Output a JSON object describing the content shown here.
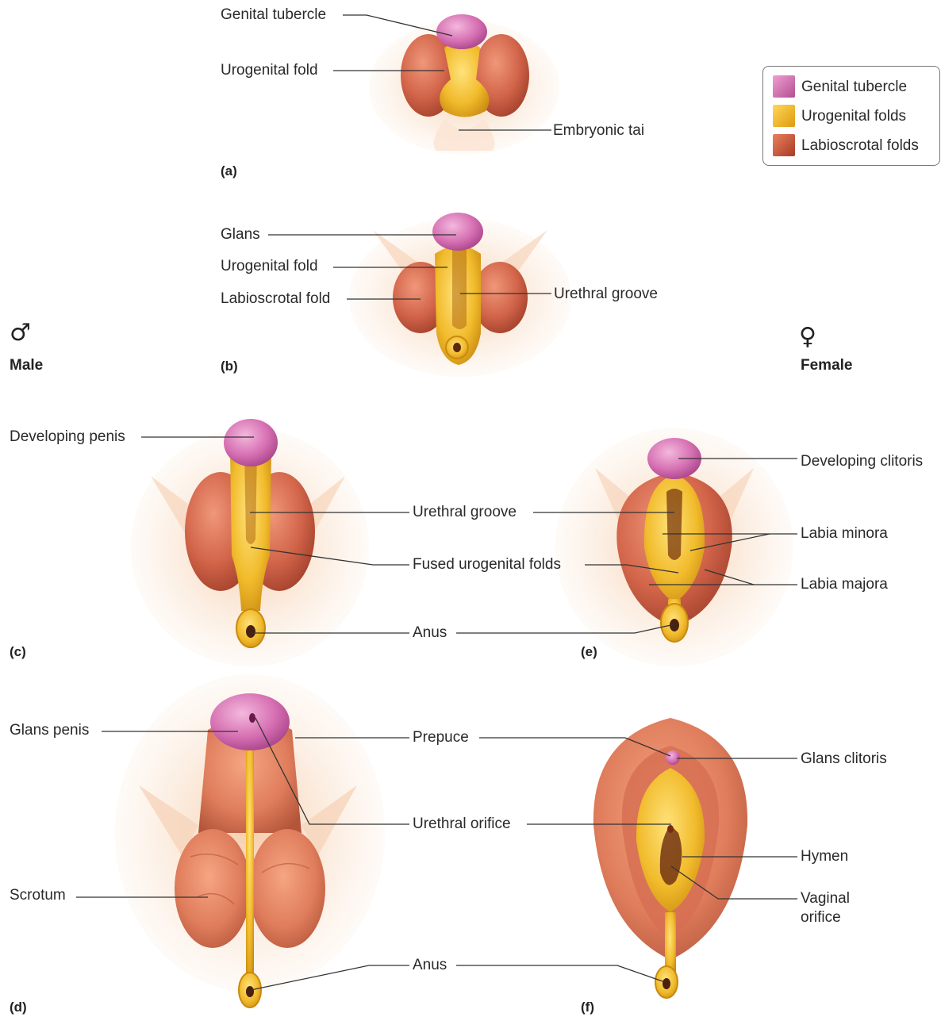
{
  "colors": {
    "genital_tubercle": "#c75ba0",
    "urogenital_fold": "#e9a81a",
    "labioscrotal_fold": "#c9523a",
    "skin_glow": "#f1c7a0",
    "leader_line": "#333333"
  },
  "legend": {
    "items": [
      {
        "label": "Genital tubercle",
        "color": "#c75ba0"
      },
      {
        "label": "Urogenital folds",
        "color": "#e9a81a"
      },
      {
        "label": "Labioscrotal folds",
        "color": "#c9523a"
      }
    ]
  },
  "sex": {
    "male_symbol": "♂",
    "male": "Male",
    "female_symbol": "♀",
    "female": "Female"
  },
  "panels": {
    "a": "(a)",
    "b": "(b)",
    "c": "(c)",
    "d": "(d)",
    "e": "(e)",
    "f": "(f)"
  },
  "labels": {
    "a": {
      "genital_tubercle": "Genital tubercle",
      "urogenital_fold": "Urogenital fold",
      "embryonic_tail": "Embryonic tai"
    },
    "b": {
      "glans": "Glans",
      "urogenital_fold": "Urogenital fold",
      "labioscrotal_fold": "Labioscrotal fold",
      "urethral_groove": "Urethral groove"
    },
    "c": {
      "developing_penis": "Developing penis"
    },
    "ce": {
      "urethral_groove": "Urethral groove",
      "fused_urogenital_folds": "Fused urogenital folds",
      "anus": "Anus"
    },
    "e": {
      "developing_clitoris": "Developing clitoris",
      "labia_minora": "Labia minora",
      "labia_majora": "Labia majora"
    },
    "d": {
      "glans_penis": "Glans penis",
      "scrotum": "Scrotum"
    },
    "df": {
      "prepuce": "Prepuce",
      "urethral_orifice": "Urethral orifice",
      "anus": "Anus"
    },
    "f": {
      "glans_clitoris": "Glans clitoris",
      "hymen": "Hymen",
      "vaginal_orifice_1": "Vaginal",
      "vaginal_orifice_2": "orifice"
    }
  }
}
